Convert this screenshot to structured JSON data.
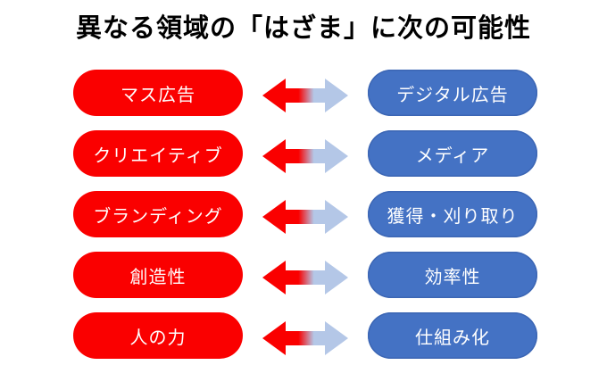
{
  "title": "異なる領域の「はざま」に次の可能性",
  "colors": {
    "background": "#FFFFFF",
    "title_text": "#000000",
    "pill_text": "#FFFFFF",
    "red": "#FA0000",
    "blue": "#4472C4",
    "blue_border": "#3C66B4",
    "arrow_gradient_left": "#FA0000",
    "arrow_gradient_right": "#B4C7E7"
  },
  "rows": [
    {
      "left": "マス広告",
      "right": "デジタル広告"
    },
    {
      "left": "クリエイティブ",
      "right": "メディア"
    },
    {
      "left": "ブランディング",
      "right": "獲得・刈り取り"
    },
    {
      "left": "創造性",
      "right": "効率性"
    },
    {
      "left": "人の力",
      "right": "仕組み化"
    }
  ]
}
